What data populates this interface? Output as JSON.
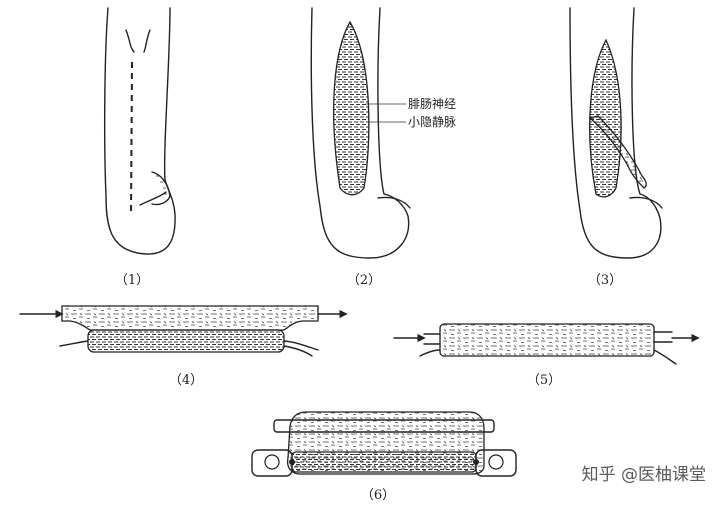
{
  "labels": {
    "sural_nerve": "腓肠神经",
    "small_saphenous_vein": "小隐静脉"
  },
  "captions": [
    "（1）",
    "（2）",
    "（3）",
    "（4）",
    "（5）",
    "（6）"
  ],
  "watermark": {
    "brand": "知乎",
    "handle": "@医柚课堂"
  },
  "colors": {
    "ink": "#222222",
    "background": "#ffffff"
  }
}
